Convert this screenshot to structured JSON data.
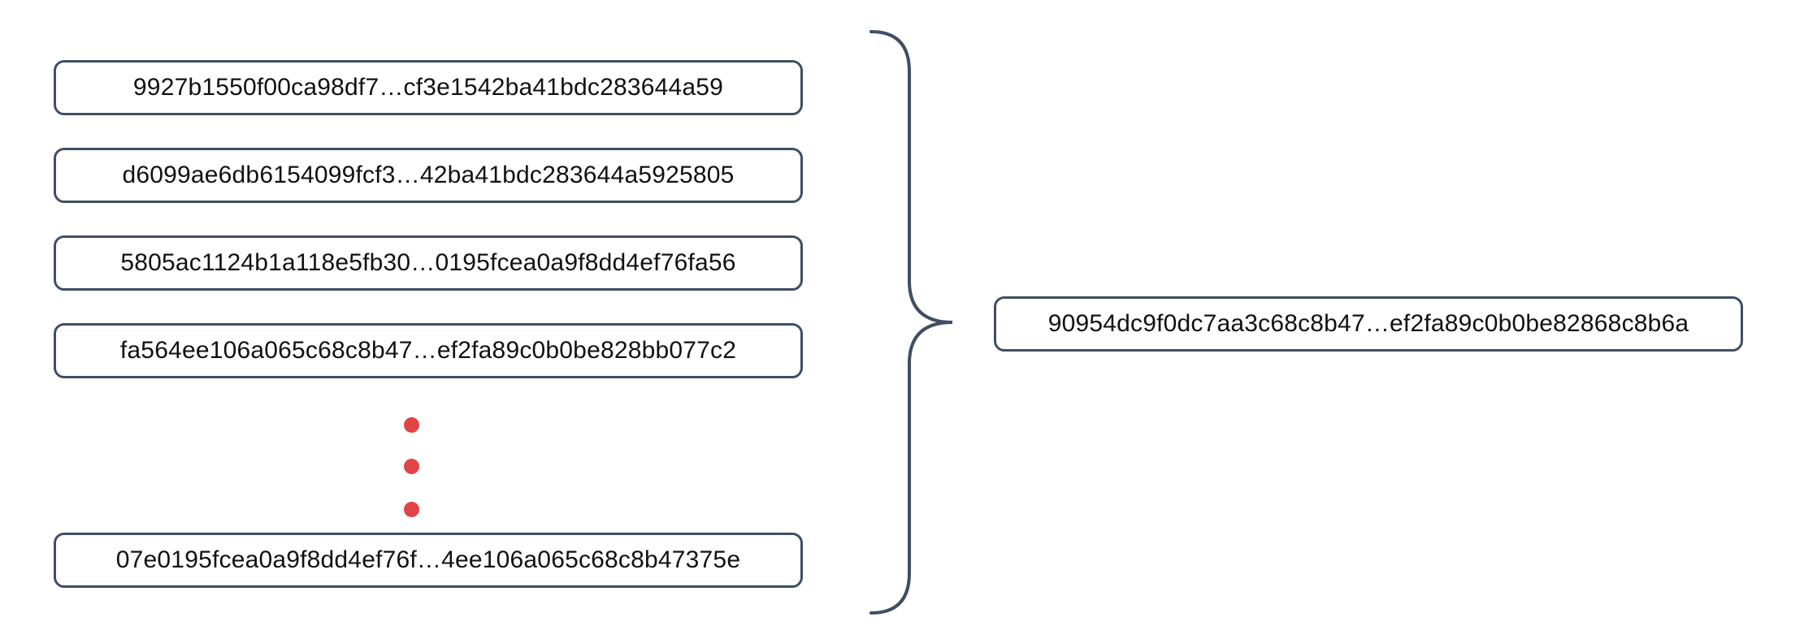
{
  "diagram": {
    "description": "Many hash values combined into a single hash value",
    "input_hashes": [
      "9927b1550f00ca98df7…cf3e1542ba41bdc283644a59",
      "d6099ae6db6154099fcf3…42ba41bdc283644a5925805",
      "5805ac1124b1a118e5fb30…0195fcea0a9f8dd4ef76fa56",
      "fa564ee106a065c68c8b47…ef2fa89c0b0be828bb077c2",
      "07e0195fcea0a9f8dd4ef76f…4ee106a065c68c8b47375e"
    ],
    "output_hash": "90954dc9f0dc7aa3c68c8b47…ef2fa89c0b0be82868c8b6a",
    "ellipsis_dot_count": 3,
    "colors": {
      "box_border": "#3f4e63",
      "brace": "#3f4e63",
      "dot_red": "#e14444",
      "text": "#111111",
      "background": "#ffffff"
    }
  }
}
